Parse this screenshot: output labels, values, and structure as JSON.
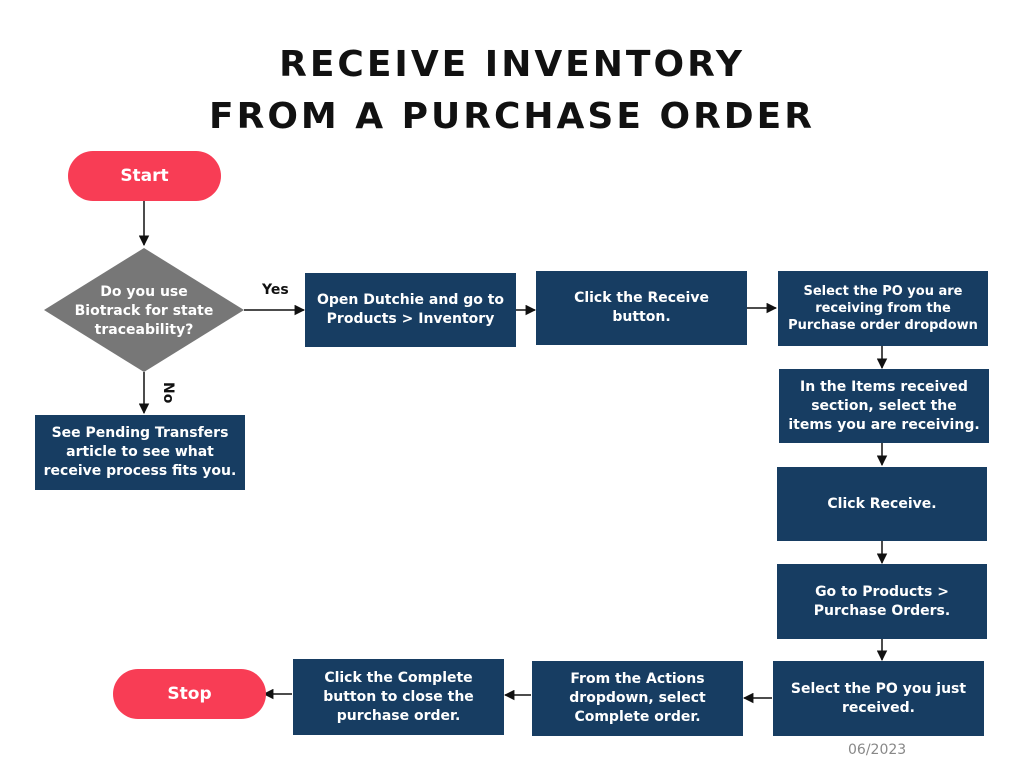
{
  "title": {
    "line1": "RECEIVE INVENTORY",
    "line2": "FROM A PURCHASE ORDER"
  },
  "nodes": {
    "start": "Start",
    "decision": "Do you use Biotrack for state traceability?",
    "pending_transfers": "See Pending Transfers article to see what receive process fits you.",
    "open_dutchie": "Open Dutchie and go to Products > Inventory",
    "click_receive_button": "Click the Receive button.",
    "select_po": "Select the PO you are receiving from the Purchase order dropdown",
    "items_received": "In the Items received section, select the items you are receiving.",
    "click_receive": "Click Receive.",
    "go_to_po": "Go to Products > Purchase Orders.",
    "select_po_received": "Select the PO you just received.",
    "actions_dropdown": "From the Actions dropdown, select Complete order.",
    "click_complete": "Click the Complete button to close the purchase order.",
    "stop": "Stop"
  },
  "edge_labels": {
    "yes": "Yes",
    "no": "No"
  },
  "footer_date": "06/2023",
  "colors": {
    "process": "#173d62",
    "terminal": "#f83d55",
    "decision": "#777777"
  }
}
